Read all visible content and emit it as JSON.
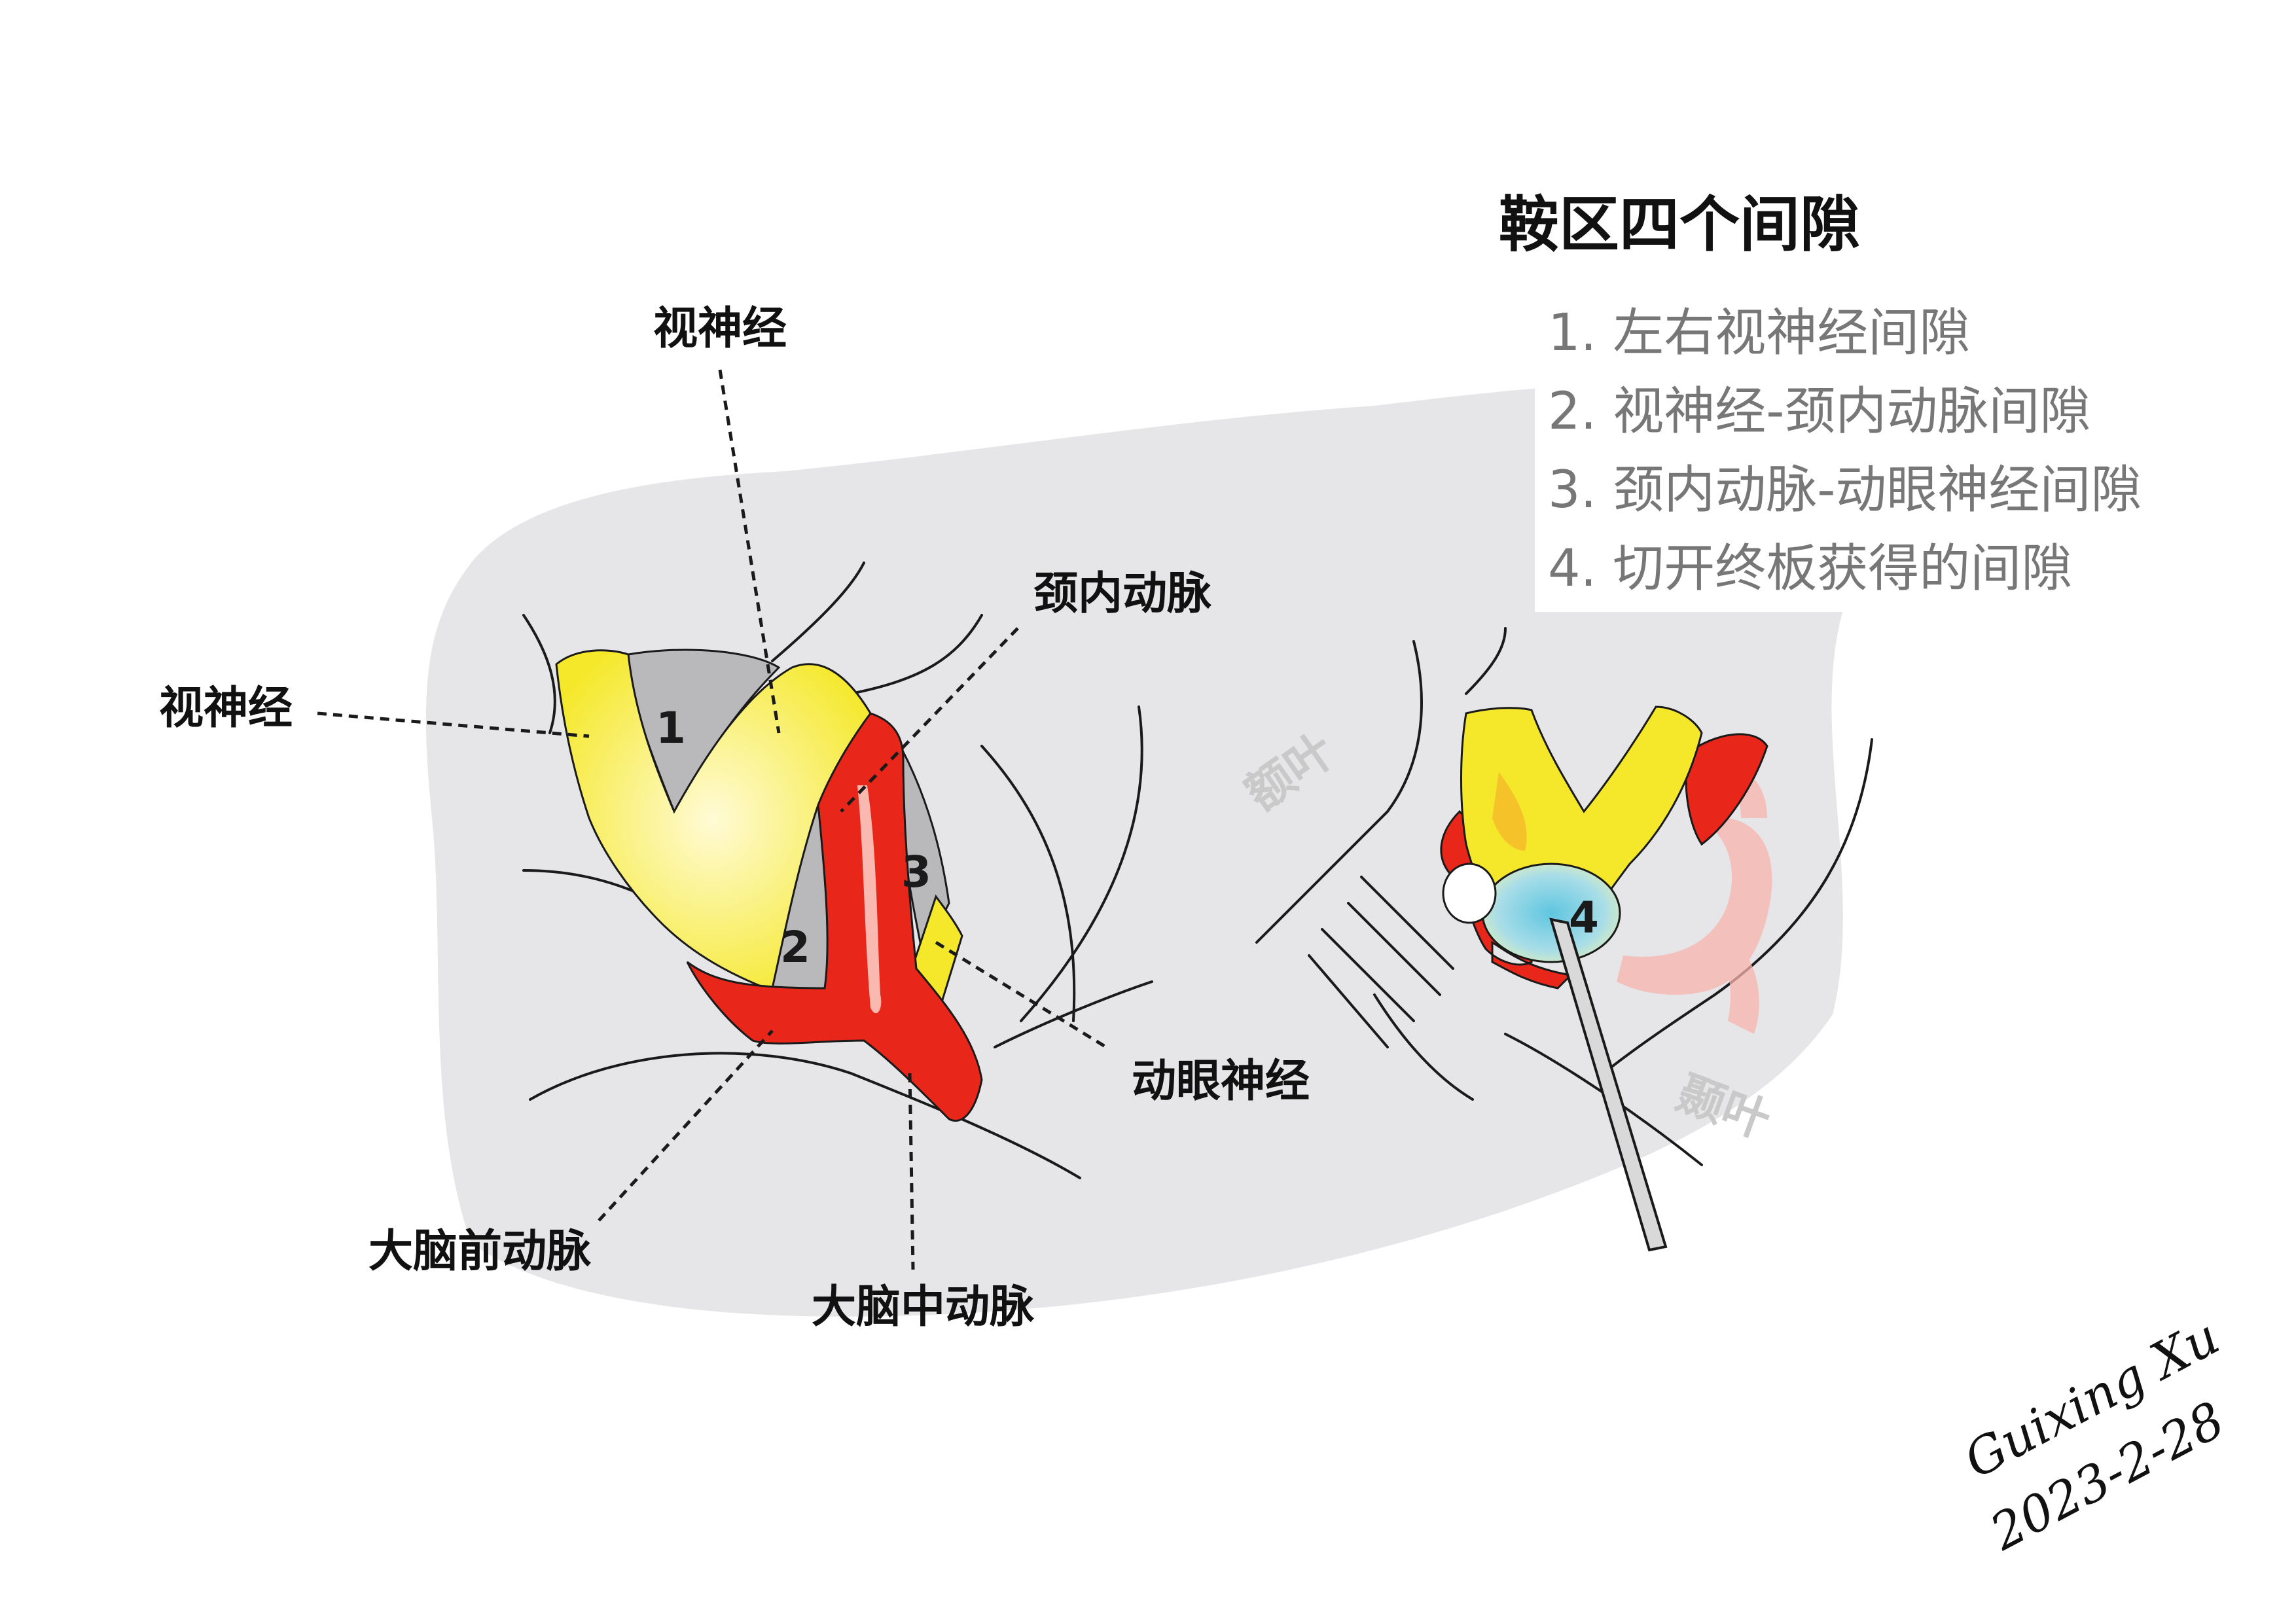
{
  "title": "鞍区四个间隙",
  "legend": [
    "1.  左右视神经间隙",
    "2.  视神经-颈内动脉间隙",
    "3.  颈内动脉-动眼神经间隙",
    "4.  切开终板获得的间隙"
  ],
  "left_figure": {
    "labels": {
      "optic_nerve_top": "视神经",
      "optic_nerve_left": "视神经",
      "internal_carotid": "颈内动脉",
      "oculomotor": "动眼神经",
      "anterior_cerebral": "大脑前动脉",
      "middle_cerebral": "大脑中动脉"
    },
    "gap_numbers": [
      "1",
      "2",
      "3"
    ]
  },
  "right_figure": {
    "labels": {
      "frontal_lobe": "额叶",
      "temporal_lobe": "颞叶"
    },
    "gap_number": "4"
  },
  "signature": {
    "name": "Guixing Xu",
    "date": "2023-2-28"
  },
  "colors": {
    "nerve": "#f5e82a",
    "artery": "#e8261a",
    "gap": "#b9b9bb",
    "background_wash": "#e6e6e8",
    "lamina_gap": "#9fd9e6"
  }
}
